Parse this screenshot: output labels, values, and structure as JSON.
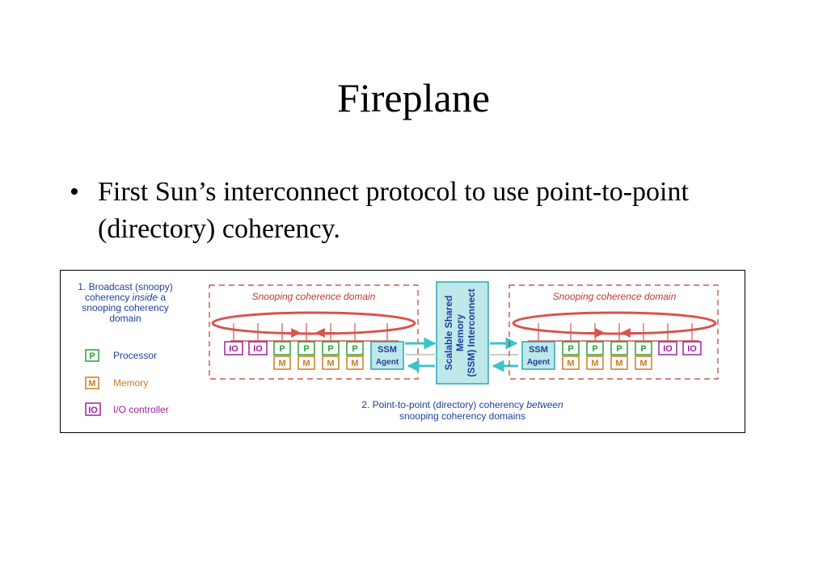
{
  "slide": {
    "title": "Fireplane",
    "bullet_symbol": "•",
    "bullet_text": "First Sun’s interconnect protocol to use point-to-point (directory) coherency."
  },
  "diagram": {
    "caption1_lines": [
      "1. Broadcast (snoopy)",
      "coherency ",
      "inside",
      " a",
      "snooping coherency",
      "domain"
    ],
    "legend": {
      "processor_tag": "P",
      "processor_label": "Processor",
      "memory_tag": "M",
      "memory_label": "Memory",
      "io_tag": "IO",
      "io_label": "I/O controller"
    },
    "domain_label": "Snooping coherence domain",
    "io_tag": "IO",
    "processor_tag": "P",
    "memory_tag": "M",
    "ssm_agent_line1": "SSM",
    "ssm_agent_line2": "Agent",
    "interconnect_lines": [
      "Scalable Shared",
      "Memory",
      "(SSM) Interconnect"
    ],
    "caption2_line1_a": "2. Point-to-point (directory) coherency ",
    "caption2_line1_b": "between",
    "caption2_line2": "snooping coherency domains",
    "colors": {
      "ring": "#d9534f",
      "dash": "#c0392b",
      "processor": "#2e9e3a",
      "memory": "#d07a1e",
      "io": "#a020a0",
      "ssm_fill": "#bfe8ea",
      "ssm_stroke": "#2aa7b0",
      "caption": "#1f3f9f",
      "domain_text": "#c0392b"
    }
  }
}
